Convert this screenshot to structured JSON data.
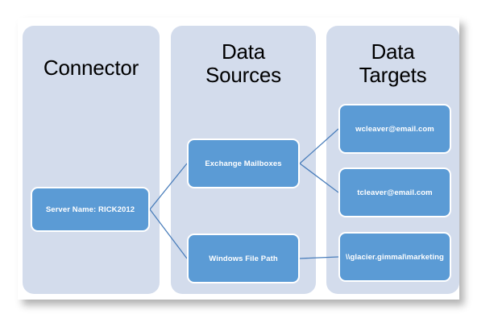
{
  "diagram": {
    "title_visible": false,
    "colors": {
      "panel_background": "#d3dcec",
      "node_fill": "#5b9bd5",
      "node_border": "#ffffff",
      "node_text": "#ffffff",
      "edge_line": "#4a7ebb",
      "heading_text": "#000000",
      "frame_background": "#ffffff"
    },
    "columns": [
      {
        "id": "connector",
        "heading": "Connector",
        "nodes": [
          {
            "id": "server",
            "label": "Server Name: RICK2012"
          }
        ]
      },
      {
        "id": "data-sources",
        "heading": "Data\nSources",
        "nodes": [
          {
            "id": "exchange",
            "label": "Exchange Mailboxes"
          },
          {
            "id": "winpath",
            "label": "Windows File Path"
          }
        ]
      },
      {
        "id": "data-targets",
        "heading": "Data\nTargets",
        "nodes": [
          {
            "id": "wcleaver",
            "label": "wcleaver@email.com"
          },
          {
            "id": "tcleaver",
            "label": "tcleaver@email.com"
          },
          {
            "id": "marketing",
            "label": "\\\\glacier.gimmal\\marketing"
          }
        ]
      }
    ],
    "edges": [
      {
        "from": "server",
        "to": "exchange"
      },
      {
        "from": "server",
        "to": "winpath"
      },
      {
        "from": "exchange",
        "to": "wcleaver"
      },
      {
        "from": "exchange",
        "to": "tcleaver"
      },
      {
        "from": "winpath",
        "to": "marketing"
      }
    ]
  }
}
